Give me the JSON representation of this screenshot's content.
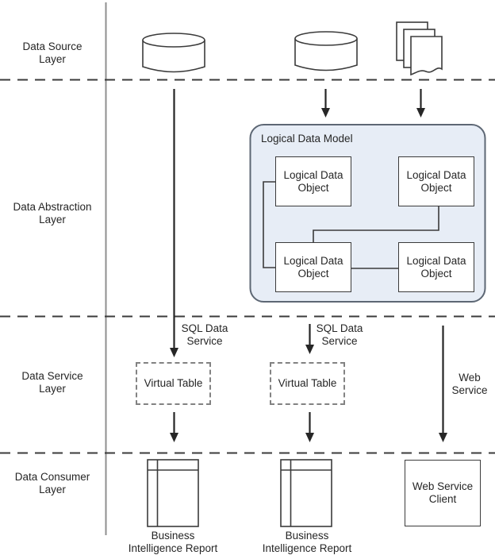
{
  "layers": [
    {
      "id": "source",
      "lines": [
        "Data Source",
        "Layer"
      ]
    },
    {
      "id": "abstraction",
      "lines": [
        "Data Abstraction",
        "Layer"
      ]
    },
    {
      "id": "service",
      "lines": [
        "Data Service",
        "Layer"
      ]
    },
    {
      "id": "consumer",
      "lines": [
        "Data Consumer",
        "Layer"
      ]
    }
  ],
  "sources": [
    {
      "icon": "database-icon"
    },
    {
      "icon": "database-icon"
    },
    {
      "icon": "documents-icon"
    }
  ],
  "abstraction": {
    "model_title": "Logical Data Model",
    "objects": [
      {
        "lines": [
          "Logical Data",
          "Object"
        ]
      },
      {
        "lines": [
          "Logical Data",
          "Object"
        ]
      },
      {
        "lines": [
          "Logical Data",
          "Object"
        ]
      },
      {
        "lines": [
          "Logical Data",
          "Object"
        ]
      }
    ]
  },
  "service": {
    "sql_labels": [
      {
        "lines": [
          "SQL Data",
          "Service"
        ]
      },
      {
        "lines": [
          "SQL Data",
          "Service"
        ]
      }
    ],
    "web_label": {
      "lines": [
        "Web",
        "Service"
      ]
    },
    "virtual_tables": [
      {
        "label": "Virtual Table"
      },
      {
        "label": "Virtual Table"
      }
    ]
  },
  "consumer": {
    "reports": [
      {
        "icon": "report-icon",
        "lines": [
          "Business",
          "Intelligence Report"
        ]
      },
      {
        "icon": "report-icon",
        "lines": [
          "Business",
          "Intelligence Report"
        ]
      }
    ],
    "web_client": {
      "lines": [
        "Web Service",
        "Client"
      ]
    }
  },
  "colors": {
    "model_fill": "#e7edf6",
    "model_border": "#5d6774",
    "line": "#3b3b3b",
    "arrow": "#262626",
    "separator": "#8f8f8f",
    "dashed_box_border": "#828282",
    "text": "#262626",
    "background": "#ffffff"
  }
}
